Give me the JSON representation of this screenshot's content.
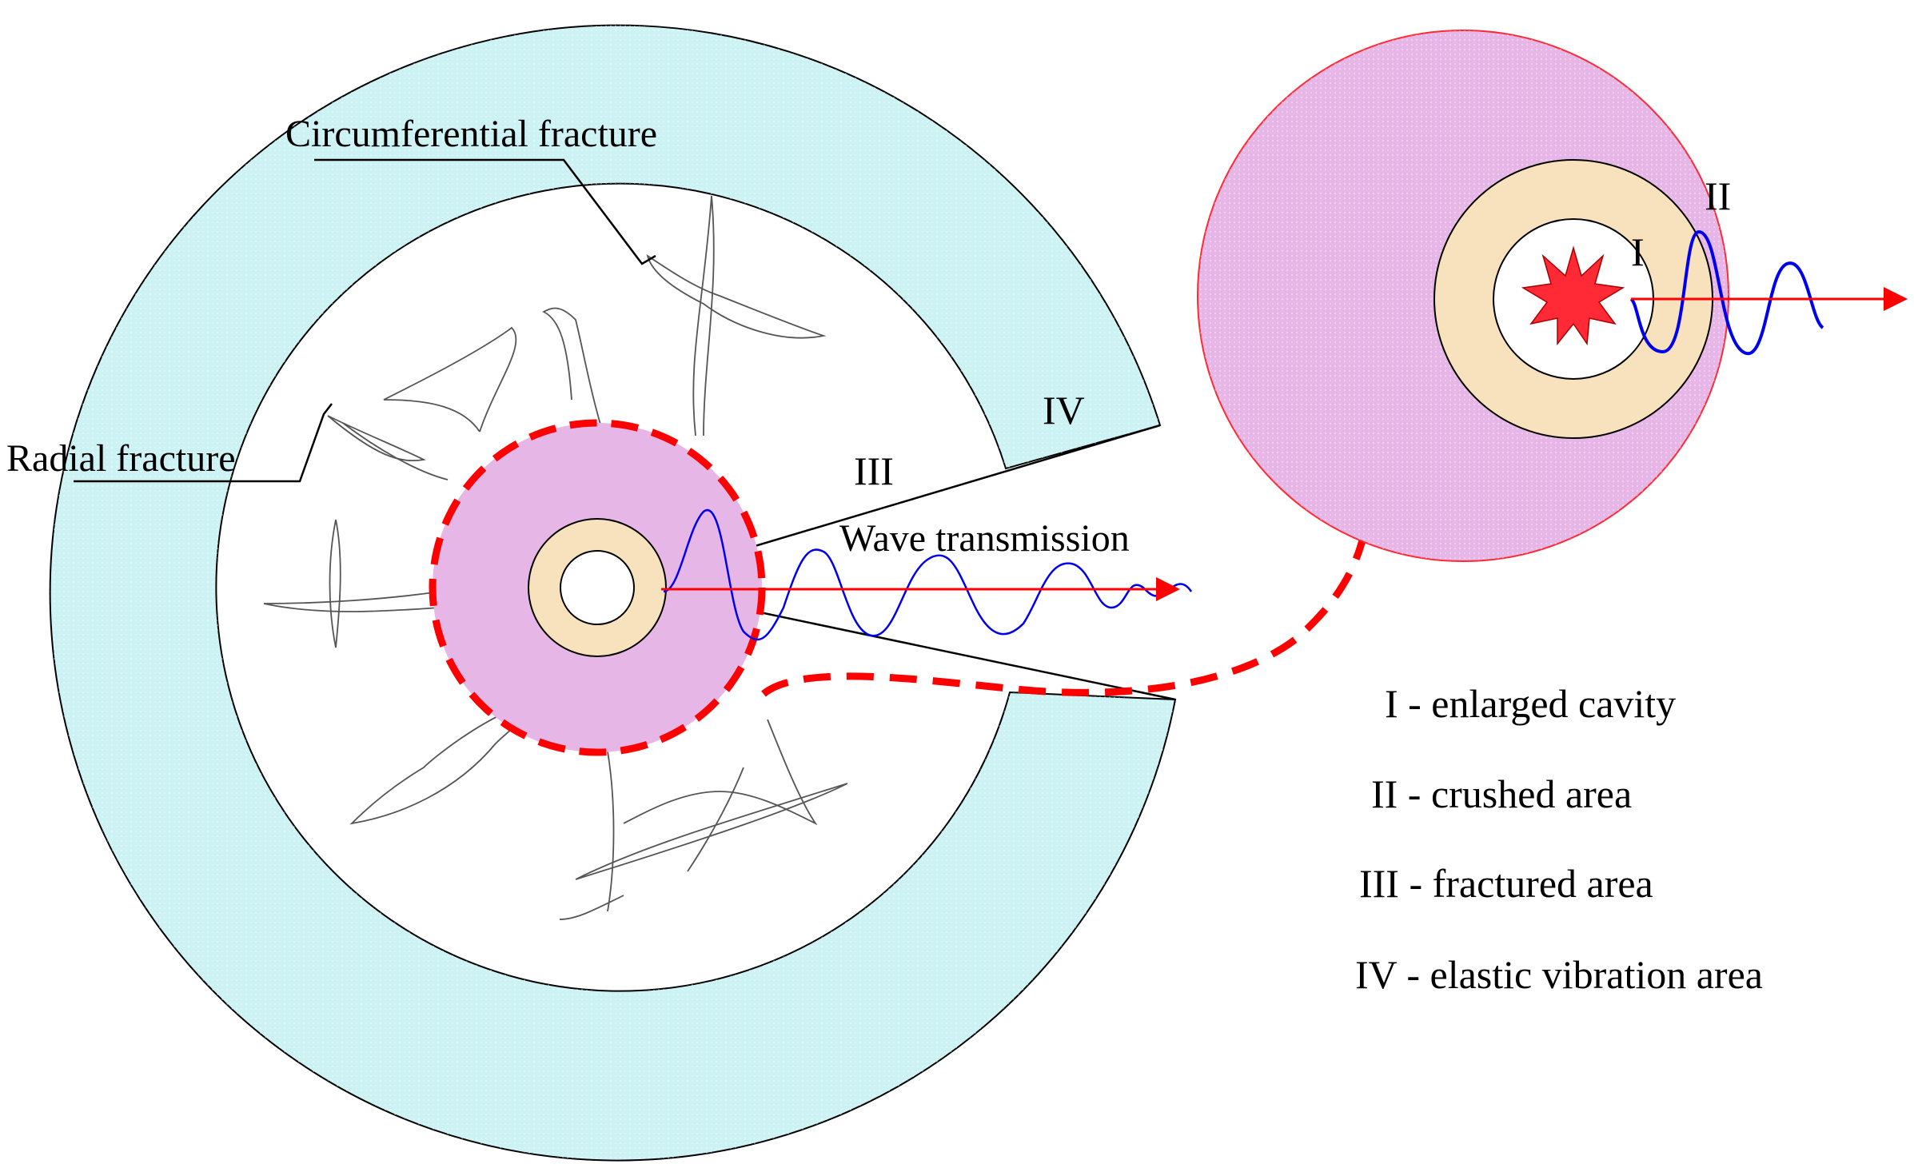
{
  "labels": {
    "circumferential": "Circumferential fracture",
    "radial": "Radial fracture",
    "wave": "Wave transmission",
    "zone_iii": "III",
    "zone_iv": "IV",
    "zone_i": "I",
    "zone_ii": "II"
  },
  "legend": [
    {
      "text": "I - enlarged cavity"
    },
    {
      "text": "II - crushed area"
    },
    {
      "text": "III - fractured area"
    },
    {
      "text": "IV - elastic vibration area"
    }
  ],
  "colors": {
    "elastic_zone": "#cdf2f4",
    "crushed_zone": "#e6b6e6",
    "cavity_ring": "#f8e2bd",
    "arrow": "#ff0000",
    "wave": "#0000ee",
    "burst": "#ff2a36"
  }
}
